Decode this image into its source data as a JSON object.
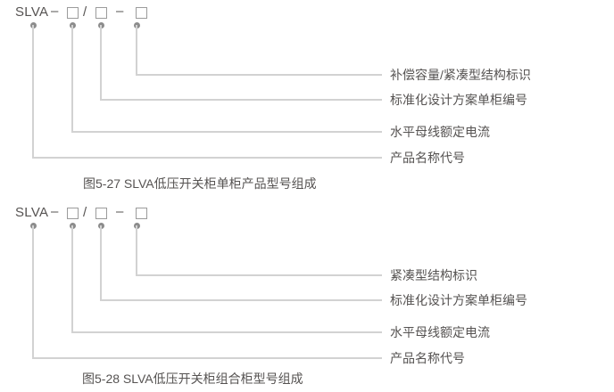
{
  "figure1": {
    "code": {
      "prefix": "SLVA",
      "dash": "–",
      "slash": "/"
    },
    "callouts": [
      "补偿容量/紧凑型结构标识",
      "标准化设计方案单柜编号",
      "水平母线额定电流",
      "产品名称代号"
    ],
    "caption": "图5-27 SLVA低压开关柜单柜产品型号组成"
  },
  "figure2": {
    "code": {
      "prefix": "SLVA",
      "dash": "–",
      "slash": "/"
    },
    "callouts": [
      "紧凑型结构标识",
      "标准化设计方案单柜编号",
      "水平母线额定电流",
      "产品名称代号"
    ],
    "caption": "图5-28 SLVA低压开关柜组合柜型号组成"
  },
  "colors": {
    "text": "#565352",
    "connector_line": "#d2d2d2",
    "anchor_dot": "#8c8c8c",
    "placeholder_box_border": "#9b9b9b",
    "background": "#ffffff"
  }
}
